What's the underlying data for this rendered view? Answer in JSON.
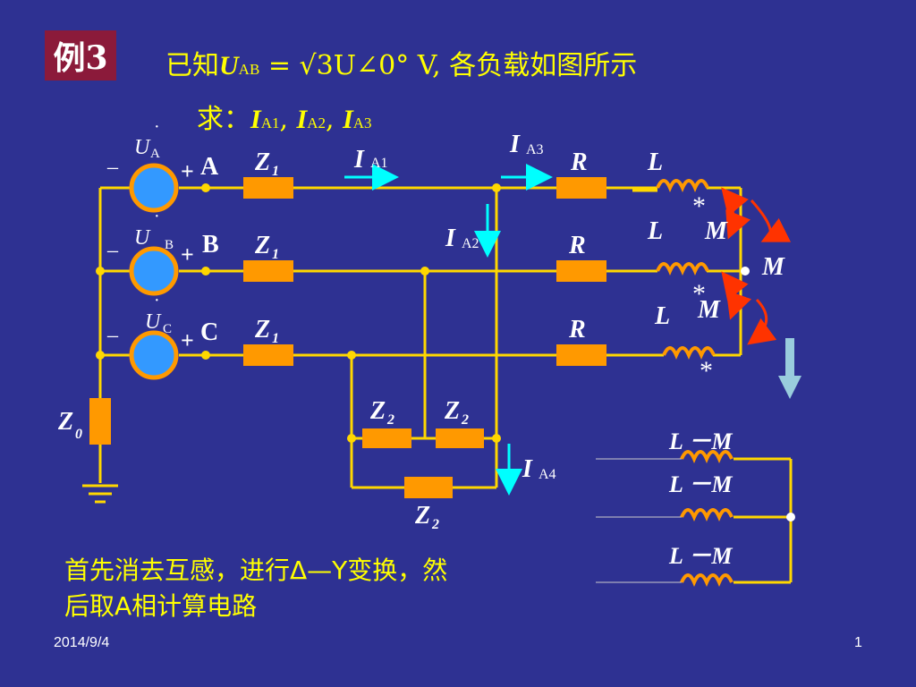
{
  "slide": {
    "example_label": "例3",
    "given_prefix": "已知",
    "given_expr": "U",
    "given_sub": "AB",
    "given_rest": " = √3U∠0° V, 各负载如图所示",
    "ask_prefix": "求：",
    "ask_currents": [
      "I",
      "I",
      "I"
    ],
    "ask_subs": [
      "A1",
      "A2",
      "A3"
    ],
    "note_line1": "首先消去互感，进行Δ—Y变换，然",
    "note_line2": "后取A相计算电路",
    "footer_date": "2014/9/4",
    "footer_page": "1"
  },
  "circuit": {
    "sources": [
      {
        "name": "U",
        "sub": "A",
        "node": "A"
      },
      {
        "name": "U",
        "sub": "B",
        "node": "B"
      },
      {
        "name": "U",
        "sub": "C",
        "node": "C"
      }
    ],
    "z1_label": "Z",
    "z1_sub": "1",
    "z0_label": "Z",
    "z0_sub": "0",
    "z2_label": "Z",
    "z2_sub": "2",
    "r_label": "R",
    "l_label": "L",
    "m_label": "M",
    "minus": "–",
    "plus": "+",
    "star": "*",
    "currents": {
      "ia1": {
        "name": "I",
        "sub": "A1"
      },
      "ia2": {
        "name": "I",
        "sub": "A2"
      },
      "ia3": {
        "name": "I",
        "sub": "A3"
      },
      "ia4": {
        "name": "I",
        "sub": "A4"
      }
    },
    "equiv_label": "L －M",
    "colors": {
      "wire": "#FFD700",
      "resistor": "#FF9900",
      "source_fill": "#3399FF",
      "current_arrow": "#00FFFF",
      "mutual_arrow": "#FF3300",
      "down_arrow": "#99CCDD"
    }
  }
}
